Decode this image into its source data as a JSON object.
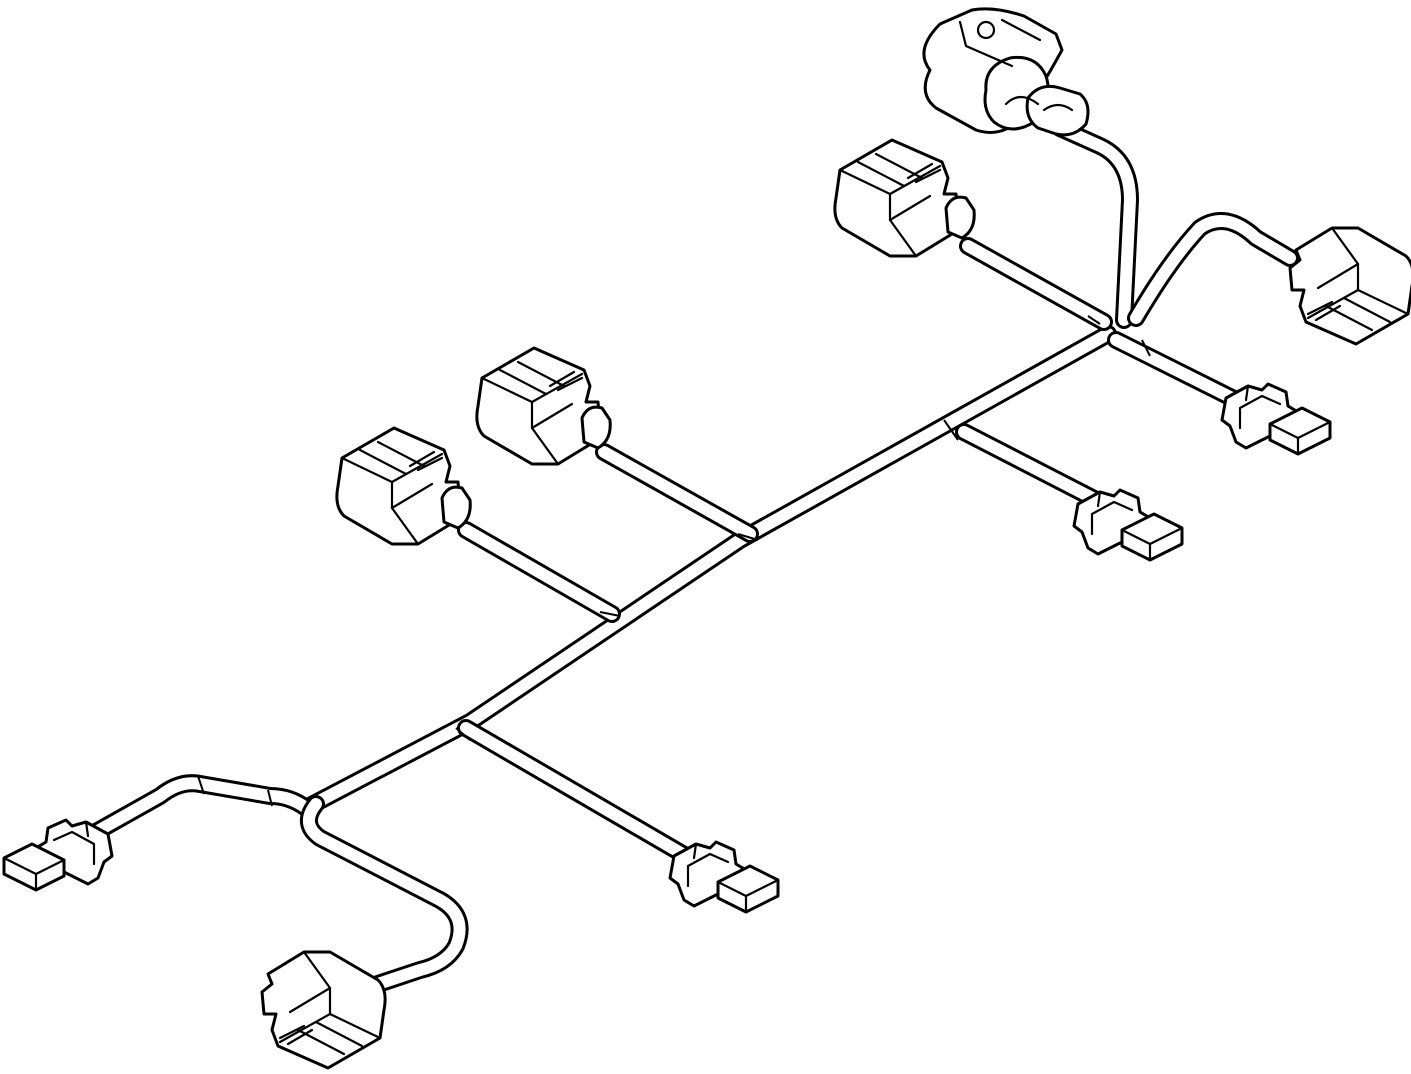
{
  "diagram": {
    "line_color": "#000000",
    "background": "#ffffff",
    "parts": [
      {
        "name": "round-connector",
        "type": "sensor-connector-round"
      },
      {
        "name": "upper-left-large-connector",
        "type": "sensor-connector-large"
      },
      {
        "name": "mid-large-connector",
        "type": "sensor-connector-large"
      },
      {
        "name": "left-large-connector",
        "type": "sensor-connector-large"
      },
      {
        "name": "right-upper-connector",
        "type": "sensor-connector-large"
      },
      {
        "name": "bottom-large-connector",
        "type": "sensor-connector-large"
      },
      {
        "name": "right-small-connector",
        "type": "sensor-connector-small"
      },
      {
        "name": "mid-small-connector",
        "type": "sensor-connector-small"
      },
      {
        "name": "bottom-small-connector",
        "type": "sensor-connector-small"
      },
      {
        "name": "far-left-small-connector",
        "type": "sensor-connector-small"
      }
    ]
  }
}
